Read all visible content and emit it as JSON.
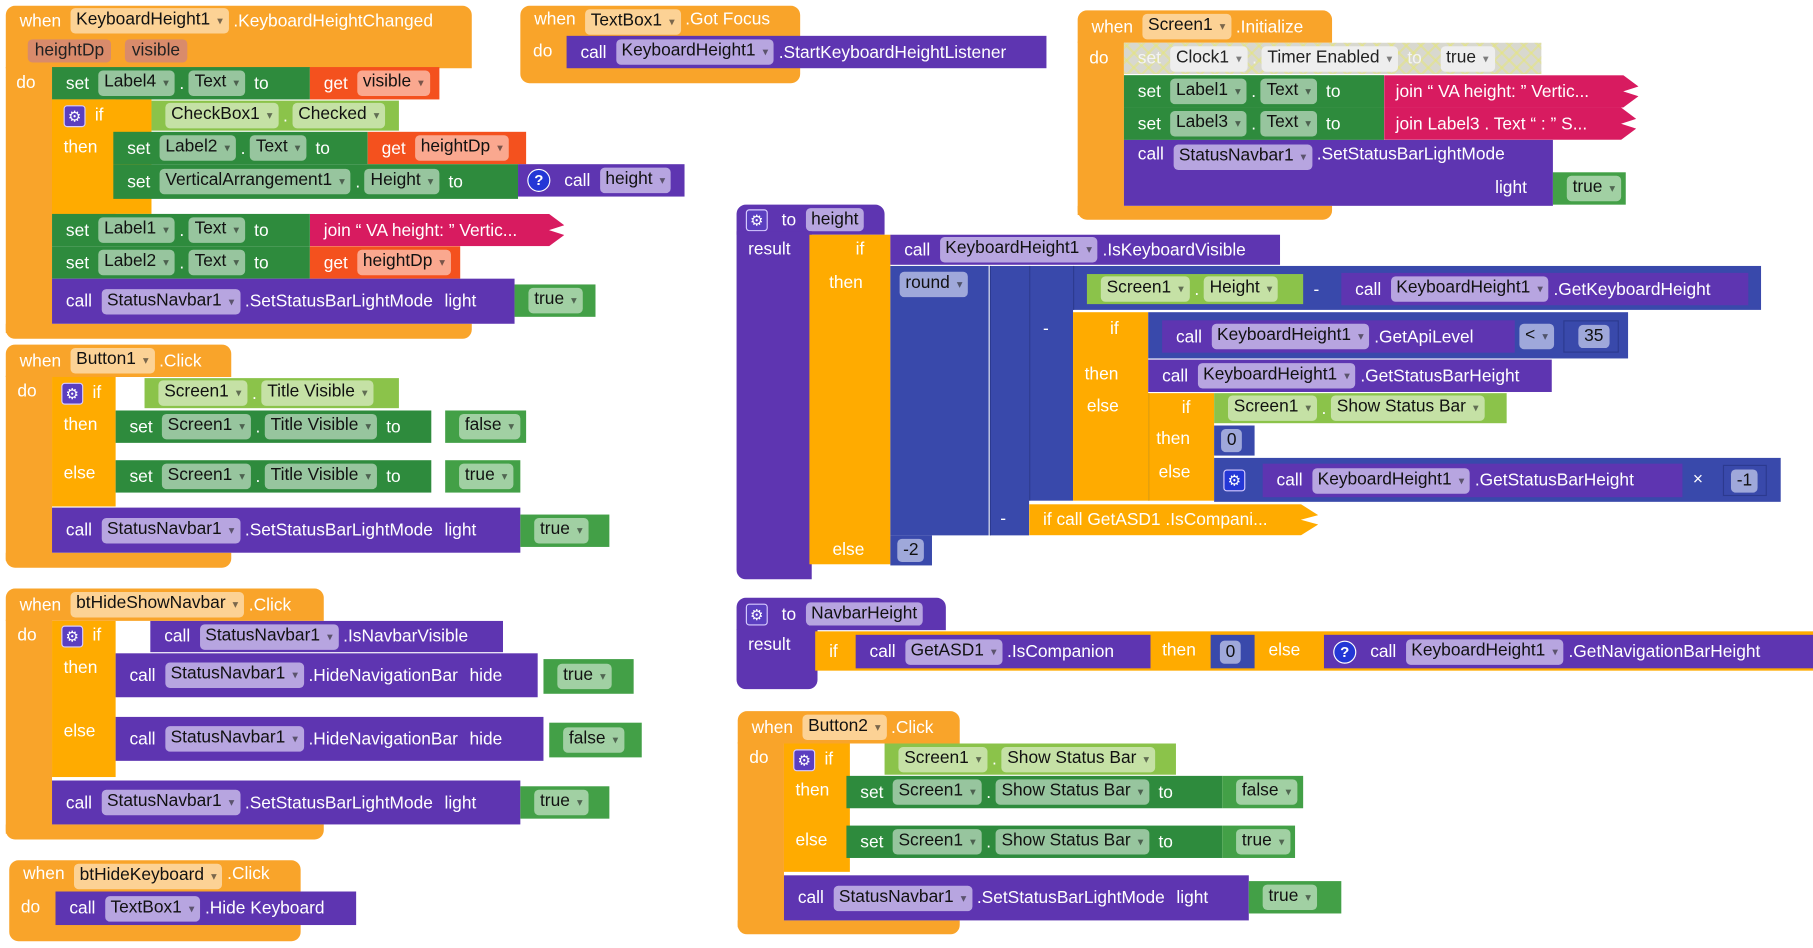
{
  "kw": {
    "when": "when",
    "do": "do",
    "set": "set",
    "to": "to",
    "get": "get",
    "call": "call",
    "if": "if",
    "then": "then",
    "else": "else",
    "result": "result",
    "light": "light",
    "hide": "hide",
    "dot": ".",
    "minus": "-",
    "times": "×"
  },
  "icons": {
    "mutator": "gear-icon",
    "procedure_call": "question-icon"
  },
  "colors": {
    "event": "#f9a42a",
    "control": "#ffab00",
    "setter": "#2e8b3d",
    "component_getter": "#8bc34a",
    "variable_get": "#f4511e",
    "text_join": "#d81b60",
    "method_call": "#5e35b1",
    "math": "#3949ab",
    "logic": "#43a047"
  },
  "b1": {
    "component": "KeyboardHeight1",
    "event": ".KeyboardHeightChanged",
    "params": [
      "heightDp",
      "visible"
    ],
    "s1": {
      "comp": "Label4",
      "prop": "Text",
      "get": "visible"
    },
    "cond": {
      "comp": "CheckBox1",
      "prop": "Checked"
    },
    "s2": {
      "comp": "Label2",
      "prop": "Text",
      "get": "heightDp"
    },
    "s3": {
      "comp": "VerticalArrangement1",
      "prop": "Height",
      "proc": "height"
    },
    "s4": {
      "comp": "Label1",
      "prop": "Text",
      "join": "join “ VA height:  ” Vertic..."
    },
    "s5": {
      "comp": "Label2",
      "prop": "Text",
      "get": "heightDp"
    },
    "c1": {
      "comp": "StatusNavbar1",
      "method": ".SetStatusBarLightMode",
      "val": "true"
    }
  },
  "b2": {
    "component": "TextBox1",
    "event": ".Got Focus",
    "call": {
      "comp": "KeyboardHeight1",
      "method": ".StartKeyboardHeightListener"
    }
  },
  "b3": {
    "component": "Screen1",
    "event": ".Initialize",
    "s1": {
      "comp": "Clock1",
      "prop": "Timer Enabled",
      "val": "true"
    },
    "s2": {
      "comp": "Label1",
      "prop": "Text",
      "join": "join “ VA height:  ” Vertic..."
    },
    "s3": {
      "comp": "Label3",
      "prop": "Text",
      "join": "join Label3 . Text “ :  ” S..."
    },
    "c1": {
      "comp": "StatusNavbar1",
      "method": ".SetStatusBarLightMode",
      "val": "true"
    }
  },
  "p1": {
    "name": "height",
    "cond": {
      "comp": "KeyboardHeight1",
      "method": ".IsKeyboardVisible"
    },
    "round": "round",
    "screen": {
      "comp": "Screen1",
      "prop": "Height"
    },
    "kbh": {
      "comp": "KeyboardHeight1",
      "method": ".GetKeyboardHeight"
    },
    "api": {
      "comp": "KeyboardHeight1",
      "method": ".GetApiLevel",
      "op": "<",
      "num": "35"
    },
    "sbh": {
      "comp": "KeyboardHeight1",
      "method": ".GetStatusBarHeight"
    },
    "ssb": {
      "comp": "Screen1",
      "prop": "Show Status Bar"
    },
    "zero": "0",
    "sbh2": {
      "comp": "KeyboardHeight1",
      "method": ".GetStatusBarHeight",
      "num": "-1"
    },
    "collapsed": "if call  GetASD1 .IsCompani...",
    "else_val": "-2"
  },
  "p2": {
    "name": "NavbarHeight",
    "cond": {
      "comp": "GetASD1",
      "method": ".IsCompanion"
    },
    "then_val": "0",
    "else_call": {
      "comp": "KeyboardHeight1",
      "method": ".GetNavigationBarHeight"
    }
  },
  "b4": {
    "component": "Button2",
    "event": ".Click",
    "cond": {
      "comp": "Screen1",
      "prop": "Show Status Bar"
    },
    "s1": {
      "comp": "Screen1",
      "prop": "Show Status Bar",
      "val": "false"
    },
    "s2": {
      "comp": "Screen1",
      "prop": "Show Status Bar",
      "val": "true"
    },
    "c1": {
      "comp": "StatusNavbar1",
      "method": ".SetStatusBarLightMode",
      "val": "true"
    }
  },
  "b5": {
    "component": "Button1",
    "event": ".Click",
    "cond": {
      "comp": "Screen1",
      "prop": "Title Visible"
    },
    "s1": {
      "comp": "Screen1",
      "prop": "Title Visible",
      "val": "false"
    },
    "s2": {
      "comp": "Screen1",
      "prop": "Title Visible",
      "val": "true"
    },
    "c1": {
      "comp": "StatusNavbar1",
      "method": ".SetStatusBarLightMode",
      "val": "true"
    }
  },
  "b6": {
    "component": "btHideShowNavbar",
    "event": ".Click",
    "cond": {
      "comp": "StatusNavbar1",
      "method": ".IsNavbarVisible"
    },
    "c1": {
      "comp": "StatusNavbar1",
      "method": ".HideNavigationBar",
      "val": "true"
    },
    "c2": {
      "comp": "StatusNavbar1",
      "method": ".HideNavigationBar",
      "val": "false"
    },
    "c3": {
      "comp": "StatusNavbar1",
      "method": ".SetStatusBarLightMode",
      "val": "true"
    }
  },
  "b7": {
    "component": "btHideKeyboard",
    "event": ".Click",
    "call": {
      "comp": "TextBox1",
      "method": ".Hide Keyboard"
    }
  }
}
